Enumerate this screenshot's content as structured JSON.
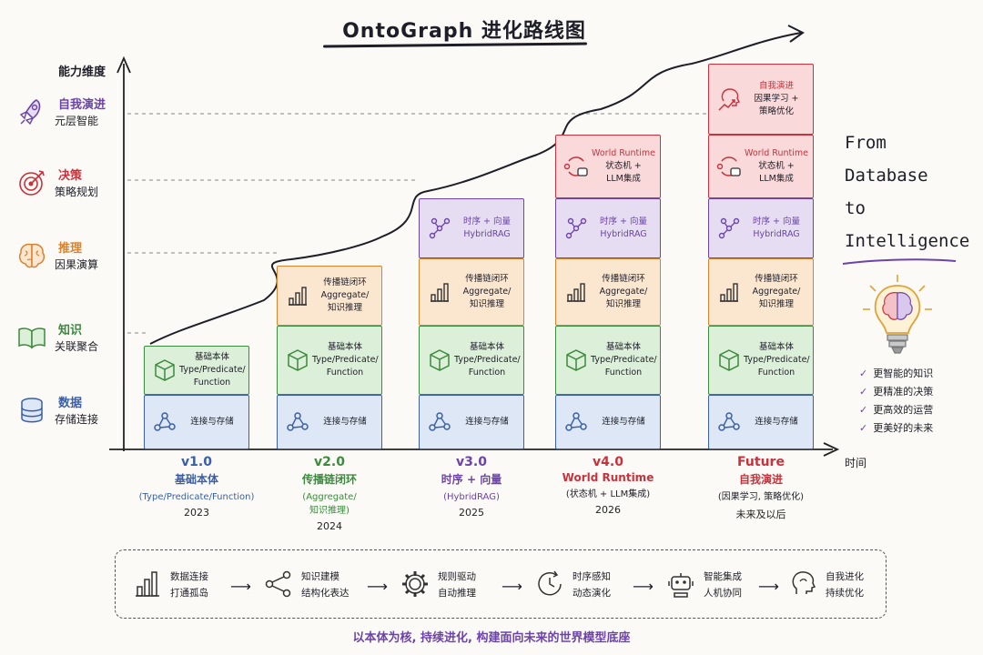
{
  "title": "OntoGraph 进化路线图",
  "axes": {
    "y_label": "能力维度",
    "x_label": "时间"
  },
  "legend": [
    {
      "icon": "rocket-icon",
      "title": "自我演进",
      "sub": "元层智能",
      "color": "#6c43a8"
    },
    {
      "icon": "target-icon",
      "title": "决策",
      "sub": "策略规划",
      "color": "#c8323c"
    },
    {
      "icon": "brain-icon",
      "title": "推理",
      "sub": "因果演算",
      "color": "#d9822f"
    },
    {
      "icon": "book-icon",
      "title": "知识",
      "sub": "关联聚合",
      "color": "#3c8a3e"
    },
    {
      "icon": "database-icon",
      "title": "数据",
      "sub": "存储连接",
      "color": "#3a5fa8"
    }
  ],
  "blocks": {
    "data": "连接与存储",
    "onto": [
      "基础本体",
      "Type/Predicate/",
      "Function"
    ],
    "prop": [
      "传播链闭环",
      "Aggregate/",
      "知识推理"
    ],
    "time": [
      "时序 + 向量",
      "HybridRAG"
    ],
    "world": [
      "World Runtime",
      "状态机 +",
      "LLM集成"
    ],
    "evo": [
      "自我演进",
      "因果学习 +",
      "策略优化"
    ]
  },
  "versions": [
    {
      "v": "v1.0",
      "name": "基础本体",
      "paren": [
        "(Type/Predicate/Function)"
      ],
      "year": "2023",
      "color": "#3a5fa8"
    },
    {
      "v": "v2.0",
      "name": "传播链闭环",
      "paren": [
        "(Aggregate/",
        "知识推理)"
      ],
      "year": "2024",
      "color": "#3c8a3e"
    },
    {
      "v": "v3.0",
      "name": "时序 + 向量",
      "paren": [
        "(HybridRAG)"
      ],
      "year": "2025",
      "color": "#6c43a8"
    },
    {
      "v": "v4.0",
      "name": "World Runtime",
      "paren": [
        "(状态机 + LLM集成)"
      ],
      "year": "2026",
      "color": "#c8323c"
    },
    {
      "v": "Future",
      "name": "自我演进",
      "paren": [
        "(因果学习, 策略优化)"
      ],
      "year": "未来及以后",
      "color": "#c8323c"
    }
  ],
  "side": {
    "lines": [
      "From",
      "Database",
      "to",
      "Intelligence"
    ],
    "checks": [
      "更智能的知识",
      "更精准的决策",
      "更高效的运营",
      "更美好的未来"
    ]
  },
  "flow": [
    {
      "icon": "bar-chart-icon",
      "l1": "数据连接",
      "l2": "打通孤岛"
    },
    {
      "icon": "graph-icon",
      "l1": "知识建模",
      "l2": "结构化表达"
    },
    {
      "icon": "gear-icon",
      "l1": "规则驱动",
      "l2": "自动推理"
    },
    {
      "icon": "clock-icon",
      "l1": "时序感知",
      "l2": "动态演化"
    },
    {
      "icon": "robot-icon",
      "l1": "智能集成",
      "l2": "人机协同"
    },
    {
      "icon": "head-icon",
      "l1": "自我进化",
      "l2": "持续优化"
    }
  ],
  "footer": "以本体为核, 持续进化, 构建面向未来的世界模型底座"
}
